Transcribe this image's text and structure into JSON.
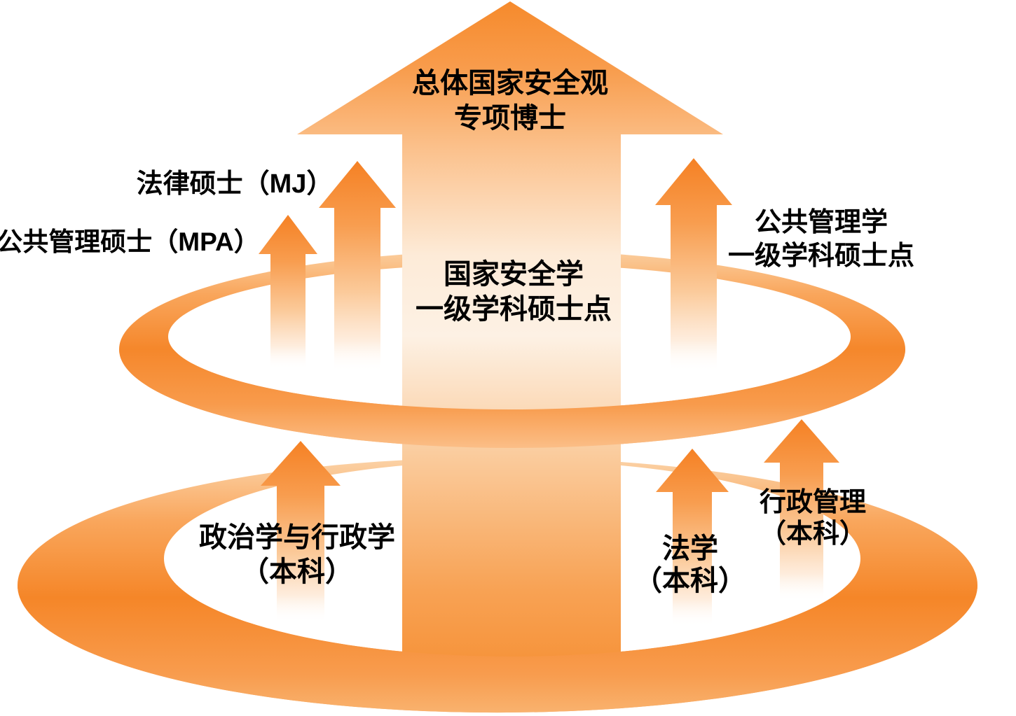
{
  "colors": {
    "orange_strong": "#F58426",
    "orange_mid": "#F9A55C",
    "orange_light": "#FDEBD8",
    "text": "#000000",
    "background": "#FFFFFF"
  },
  "labels": {
    "doctorate": {
      "line1": "总体国家安全观",
      "line2": "专项博士"
    },
    "master_mj": "法律硕士（MJ）",
    "master_mpa": "公共管理硕士（MPA）",
    "national_security": {
      "line1": "国家安全学",
      "line2": "一级学科硕士点"
    },
    "public_admin_master": {
      "line1": "公共管理学",
      "line2": "一级学科硕士点"
    },
    "politics_bachelor": {
      "line1": "政治学与行政学",
      "line2": "（本科）"
    },
    "law_bachelor": {
      "line1": "法学",
      "line2": "（本科）"
    },
    "admin_bachelor": {
      "line1": "行政管理",
      "line2": "（本科）"
    }
  }
}
